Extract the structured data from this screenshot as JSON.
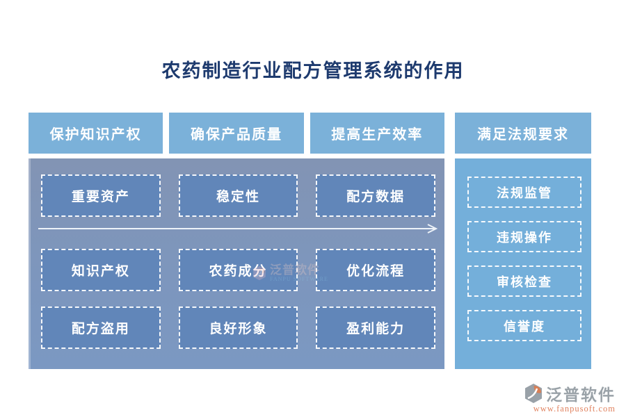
{
  "title": "农药制造行业配方管理系统的作用",
  "header": {
    "items": [
      "保护知识产权",
      "确保产品质量",
      "提高生产效率",
      "满足法规要求"
    ]
  },
  "main": {
    "rows": [
      [
        "重要资产",
        "稳定性",
        "配方数据"
      ],
      [
        "知识产权",
        "农药成分",
        "优化流程"
      ],
      [
        "配方盗用",
        "良好形象",
        "盈利能力"
      ]
    ]
  },
  "side": {
    "items": [
      "法规监管",
      "违规操作",
      "审核检查",
      "信誉度"
    ]
  },
  "watermark": {
    "brand": "泛普软件",
    "subtitle": "FANPU SOFTWARE"
  },
  "footer": {
    "brand": "泛普软件",
    "url": "www.fanpusoft.com"
  },
  "colors": {
    "title_navy": "#1d3a6e",
    "header_blue": "#7bb1d9",
    "panel_slate": "#7e95b9",
    "main_cell_blue": "#6186b9",
    "side_blue": "#74afda",
    "footer_gray": "#9aa2a8",
    "footer_orange": "#e0825f",
    "arrow_white": "#edf2f8"
  }
}
